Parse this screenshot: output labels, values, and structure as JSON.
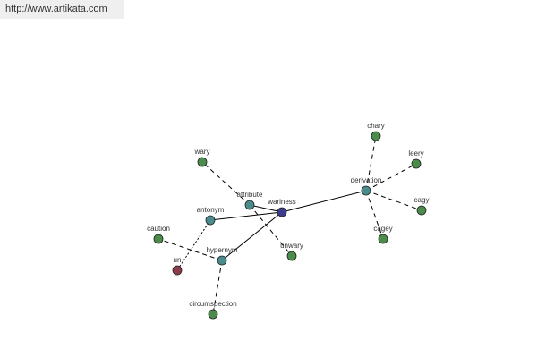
{
  "header": {
    "url": "http://www.artikata.com"
  },
  "colors": {
    "center": "#3c3c8c",
    "relation": "#4a8c8c",
    "word": "#4a8c4a",
    "antonym_word": "#8c3c4a",
    "edge": "#000000"
  },
  "graph": {
    "nodes": [
      {
        "id": "wariness",
        "label": "wariness",
        "kind": "center"
      },
      {
        "id": "attribute",
        "label": "attribute",
        "kind": "relation"
      },
      {
        "id": "antonym",
        "label": "antonym",
        "kind": "relation"
      },
      {
        "id": "hypernym",
        "label": "hypernym",
        "kind": "relation"
      },
      {
        "id": "derivation",
        "label": "derivation",
        "kind": "relation"
      },
      {
        "id": "wary",
        "label": "wary",
        "kind": "word"
      },
      {
        "id": "unwary",
        "label": "unwary",
        "kind": "word"
      },
      {
        "id": "caution",
        "label": "caution",
        "kind": "word"
      },
      {
        "id": "un",
        "label": "un",
        "kind": "antonym_word"
      },
      {
        "id": "circumspection",
        "label": "circumspection",
        "kind": "word"
      },
      {
        "id": "chary",
        "label": "chary",
        "kind": "word"
      },
      {
        "id": "leery",
        "label": "leery",
        "kind": "word"
      },
      {
        "id": "cagy",
        "label": "cagy",
        "kind": "word"
      },
      {
        "id": "cagey",
        "label": "cagey",
        "kind": "word"
      }
    ],
    "edges": [
      {
        "from": "wariness",
        "to": "attribute",
        "style": "solid"
      },
      {
        "from": "wariness",
        "to": "antonym",
        "style": "solid"
      },
      {
        "from": "wariness",
        "to": "hypernym",
        "style": "solid"
      },
      {
        "from": "wariness",
        "to": "derivation",
        "style": "solid"
      },
      {
        "from": "attribute",
        "to": "wary",
        "style": "dashed"
      },
      {
        "from": "attribute",
        "to": "unwary",
        "style": "dashed"
      },
      {
        "from": "antonym",
        "to": "un",
        "style": "dotted"
      },
      {
        "from": "hypernym",
        "to": "caution",
        "style": "dashed"
      },
      {
        "from": "hypernym",
        "to": "circumspection",
        "style": "dashed"
      },
      {
        "from": "derivation",
        "to": "chary",
        "style": "dashed"
      },
      {
        "from": "derivation",
        "to": "leery",
        "style": "dashed"
      },
      {
        "from": "derivation",
        "to": "cagy",
        "style": "dashed"
      },
      {
        "from": "derivation",
        "to": "cagey",
        "style": "dashed"
      }
    ]
  }
}
